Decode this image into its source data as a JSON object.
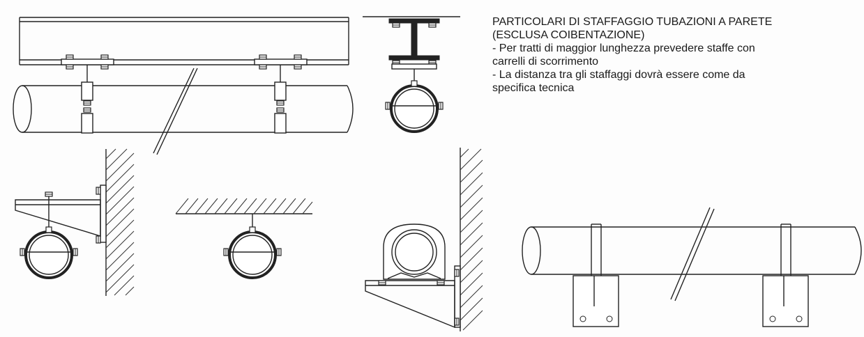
{
  "drawing": {
    "title_line1": "PARTICOLARI DI STAFFAGGIO TUBAZIONI A PARETE",
    "title_line2": "(ESCLUSA COIBENTAZIONE)",
    "notes": [
      "- Per tratti di maggior lunghezza prevedere staffe con",
      "carrelli di scorrimento",
      "- La distanza tra gli staffaggi dovrà essere come da",
      "specifica tecnica"
    ]
  },
  "details": [
    "beam-hanger-side-view",
    "beam-hanger-section",
    "wall-bracket-clamp",
    "ceiling-hanger-clamp",
    "wall-bracket-saddle",
    "floor-support-side-view"
  ]
}
